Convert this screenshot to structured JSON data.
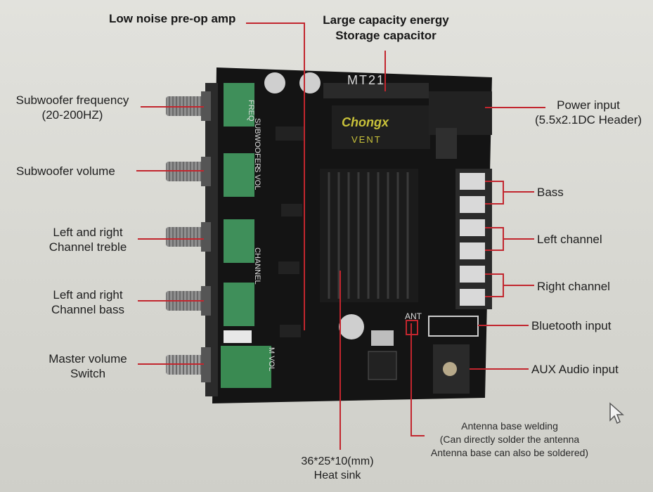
{
  "board": {
    "model": "MT21",
    "brand": "Chongx",
    "brand_sub": "VENT",
    "silk_freq": "FREQ",
    "silk_subwoofer": "SUBWOOFER",
    "silk_svol": "S VOL",
    "silk_channel": "CHANNEL",
    "silk_mvol": "M VOL",
    "silk_ant": "ANT"
  },
  "labels": {
    "low_noise": "Low noise pre-op amp",
    "capacitor_line1": "Large capacity energy",
    "capacitor_line2": "Storage capacitor",
    "sub_freq_line1": "Subwoofer frequency",
    "sub_freq_line2": "(20-200HZ)",
    "sub_volume": "Subwoofer volume",
    "treble_line1": "Left and right",
    "treble_line2": "Channel treble",
    "bass_knob_line1": "Left and right",
    "bass_knob_line2": "Channel bass",
    "master_line1": "Master volume",
    "master_line2": "Switch",
    "power_line1": "Power input",
    "power_line2": "(5.5x2.1DC Header)",
    "bass": "Bass",
    "left_channel": "Left channel",
    "right_channel": "Right channel",
    "bluetooth": "Bluetooth input",
    "aux": "AUX Audio input",
    "antenna_line1": "Antenna base welding",
    "antenna_line2": "(Can directly solder the antenna",
    "antenna_line3": "Antenna base can also be soldered)",
    "heatsink_line1": "36*25*10(mm)",
    "heatsink_line2": "Heat sink"
  },
  "colors": {
    "pcb": "#151515",
    "knob": "#9a9a9a",
    "pot_green": "#3f8f5a",
    "leader": "#c2262e",
    "heatsink": "#1b1b1b"
  }
}
